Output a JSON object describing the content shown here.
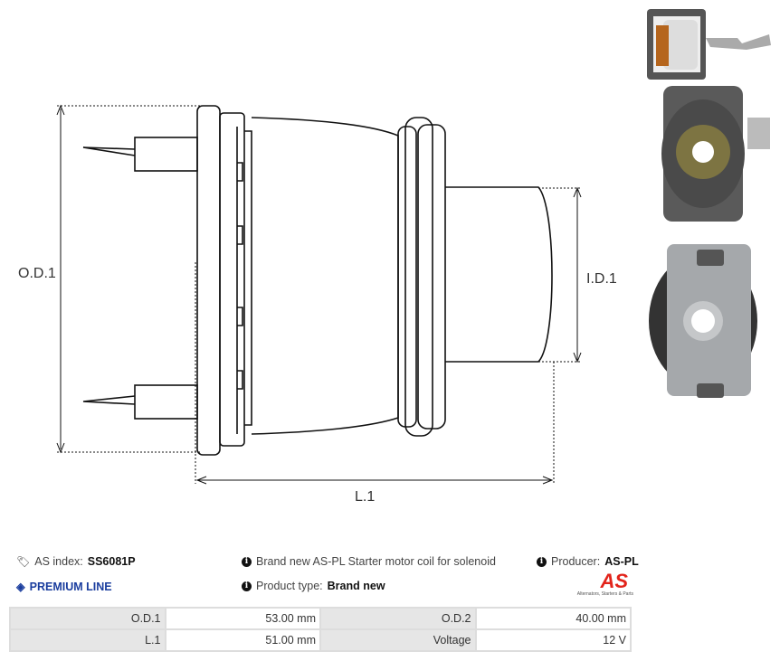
{
  "drawing": {
    "od1_label": "O.D.1",
    "id1_label": "I.D.1",
    "l1_label": "L.1"
  },
  "info": {
    "as_index_label": "AS index:",
    "as_index_value": "SS6081P",
    "premium_line": "PREMIUM LINE",
    "description": "Brand new AS-PL Starter motor coil for solenoid",
    "product_type_label": "Product type:",
    "product_type_value": "Brand new",
    "producer_label": "Producer:",
    "producer_value": "AS-PL",
    "logo_text": "AS",
    "logo_tagline": "Alternators, Starters & Parts"
  },
  "specs": [
    {
      "label": "O.D.1",
      "value": "53.00 mm",
      "label2": "O.D.2",
      "value2": "40.00 mm"
    },
    {
      "label": "L.1",
      "value": "51.00 mm",
      "label2": "Voltage",
      "value2": "12 V"
    }
  ],
  "colors": {
    "accent": "#1a3d9e",
    "logo_red": "#e2231a"
  }
}
